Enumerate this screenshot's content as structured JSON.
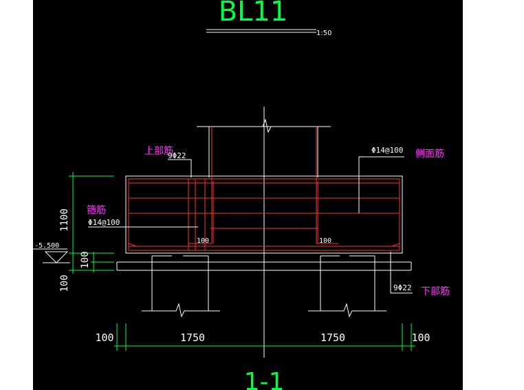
{
  "title_top": "BL11",
  "scale_note": "1:50",
  "section_label": "1-1",
  "labels": {
    "top_rebar": "上部筋",
    "top_rebar_spec": "9Φ22",
    "side_rebar": "侧面筋",
    "side_rebar_spec": "Φ14@100",
    "stirrup": "箍筋",
    "stirrup_spec": "Φ14@100",
    "bottom_rebar": "下部筋",
    "bottom_rebar_spec": "9Φ22",
    "elevation": "-5.500",
    "anchor_left": "100",
    "anchor_right": "100"
  },
  "dimensions": {
    "vertical": [
      "1100",
      "100",
      "100"
    ],
    "horizontal": [
      "100",
      "1750",
      "1750",
      "100"
    ]
  },
  "colors": {
    "background": "#000000",
    "structure": "#ffffff",
    "rebar": "#ff3333",
    "dimension": "#00ff3c",
    "annotation": "#ff33ff",
    "text": "#ffffff"
  }
}
